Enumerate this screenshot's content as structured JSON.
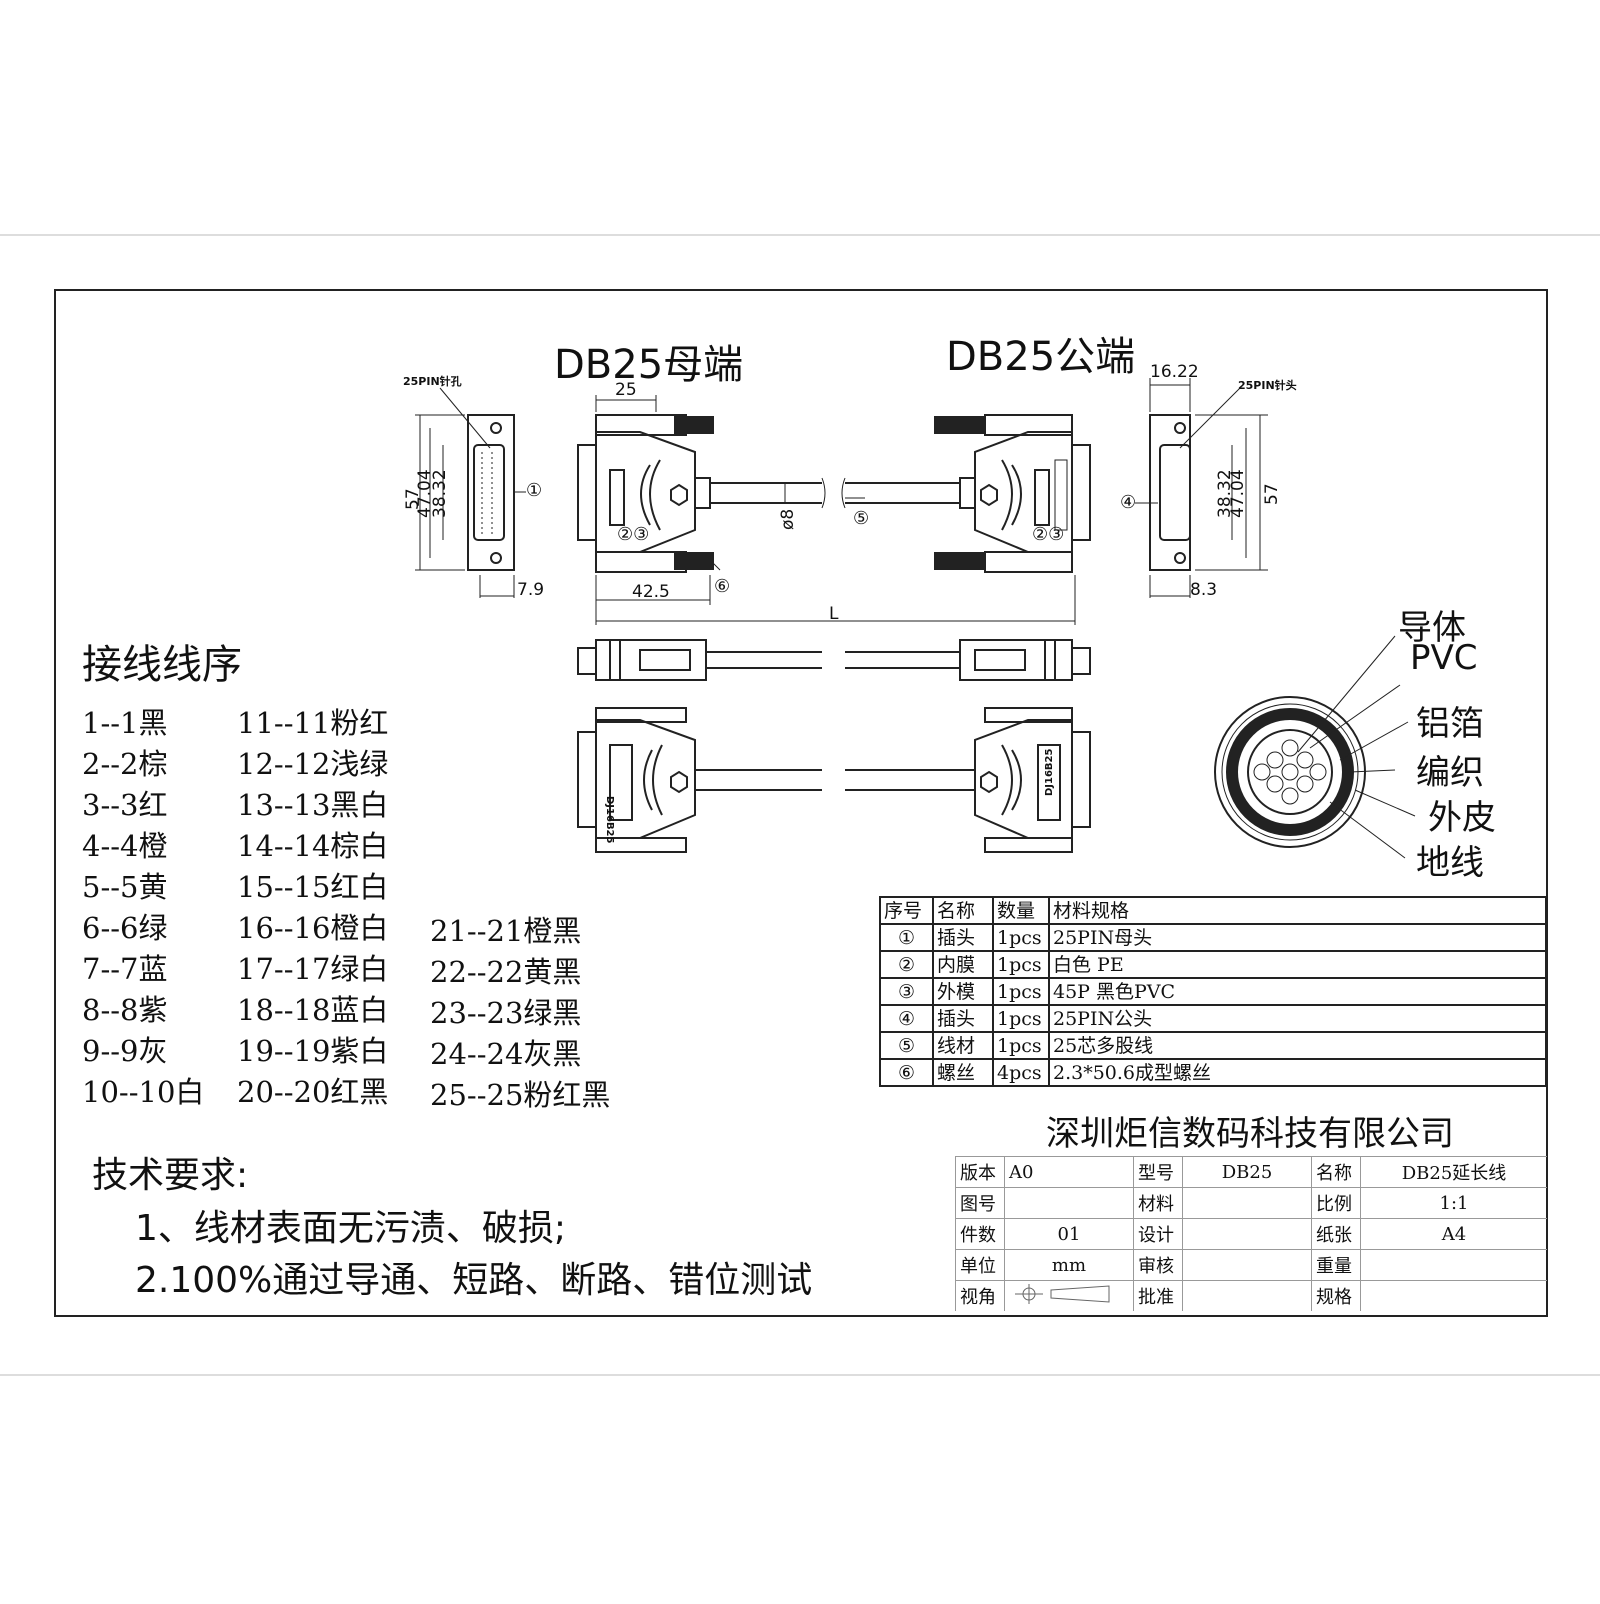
{
  "titles": {
    "female": "DB25母端",
    "male": "DB25公端"
  },
  "pin_labels": {
    "female": "25PIN针孔",
    "male": "25PIN针头"
  },
  "dimensions": {
    "d25": "25",
    "d57_l": "57",
    "d4704_l": "47.04",
    "d3832_l": "38.32",
    "d79": "7.9",
    "d425": "42.5",
    "dphi8": "ø8",
    "dL": "L",
    "d1622": "16.22",
    "d57_r": "57",
    "d4704_r": "47.04",
    "d3832_r": "38.32",
    "d83": "8.3"
  },
  "callouts": {
    "c1": "①",
    "c23a": "②③",
    "c23b": "②③",
    "c4": "④",
    "c5": "⑤",
    "c6": "⑥"
  },
  "side_label": "DJ16B25",
  "wiring": {
    "title": "接线线序",
    "col1": [
      "1--1黑",
      "2--2棕",
      "3--3红",
      "4--4橙",
      "5--5黄",
      "6--6绿",
      "7--7蓝",
      "8--8紫",
      "9--9灰",
      "10--10白"
    ],
    "col2": [
      "11--11粉红",
      "12--12浅绿",
      "13--13黑白",
      "14--14棕白",
      "15--15红白",
      "16--16橙白",
      "17--17绿白",
      "18--18蓝白",
      "19--19紫白",
      "20--20红黑"
    ],
    "col3": [
      "21--21橙黑",
      "22--22黄黑",
      "23--23绿黑",
      "24--24灰黑",
      "25--25粉红黑"
    ]
  },
  "requirements": {
    "title": "技术要求:",
    "items": [
      "1、线材表面无污渍、破损;",
      "2.100%通过导通、短路、断路、错位测试"
    ]
  },
  "cross_section": [
    "导体",
    "PVC",
    "铝箔",
    "编织",
    "外皮",
    "地线"
  ],
  "bom": {
    "headers": [
      "序号",
      "名称",
      "数量",
      "材料规格"
    ],
    "rows": [
      [
        "①",
        "插头",
        "1pcs",
        "25PIN母头"
      ],
      [
        "②",
        "内膜",
        "1pcs",
        "白色 PE"
      ],
      [
        "③",
        "外模",
        "1pcs",
        "45P 黑色PVC"
      ],
      [
        "④",
        "插头",
        "1pcs",
        "25PIN公头"
      ],
      [
        "⑤",
        "线材",
        "1pcs",
        "25芯多股线"
      ],
      [
        "⑥",
        "螺丝",
        "4pcs",
        "2.3*50.6成型螺丝"
      ]
    ]
  },
  "title_block": {
    "company": "深圳炬信数码科技有限公司",
    "rows": [
      [
        "版本",
        "A0",
        "型号",
        "DB25",
        "名称",
        "DB25延长线"
      ],
      [
        "图号",
        "",
        "材料",
        "",
        "比例",
        "1:1"
      ],
      [
        "件数",
        "01",
        "设计",
        "",
        "纸张",
        "A4"
      ],
      [
        "单位",
        "mm",
        "审核",
        "",
        "重量",
        ""
      ],
      [
        "视角",
        "",
        "批准",
        "",
        "规格",
        ""
      ]
    ]
  }
}
